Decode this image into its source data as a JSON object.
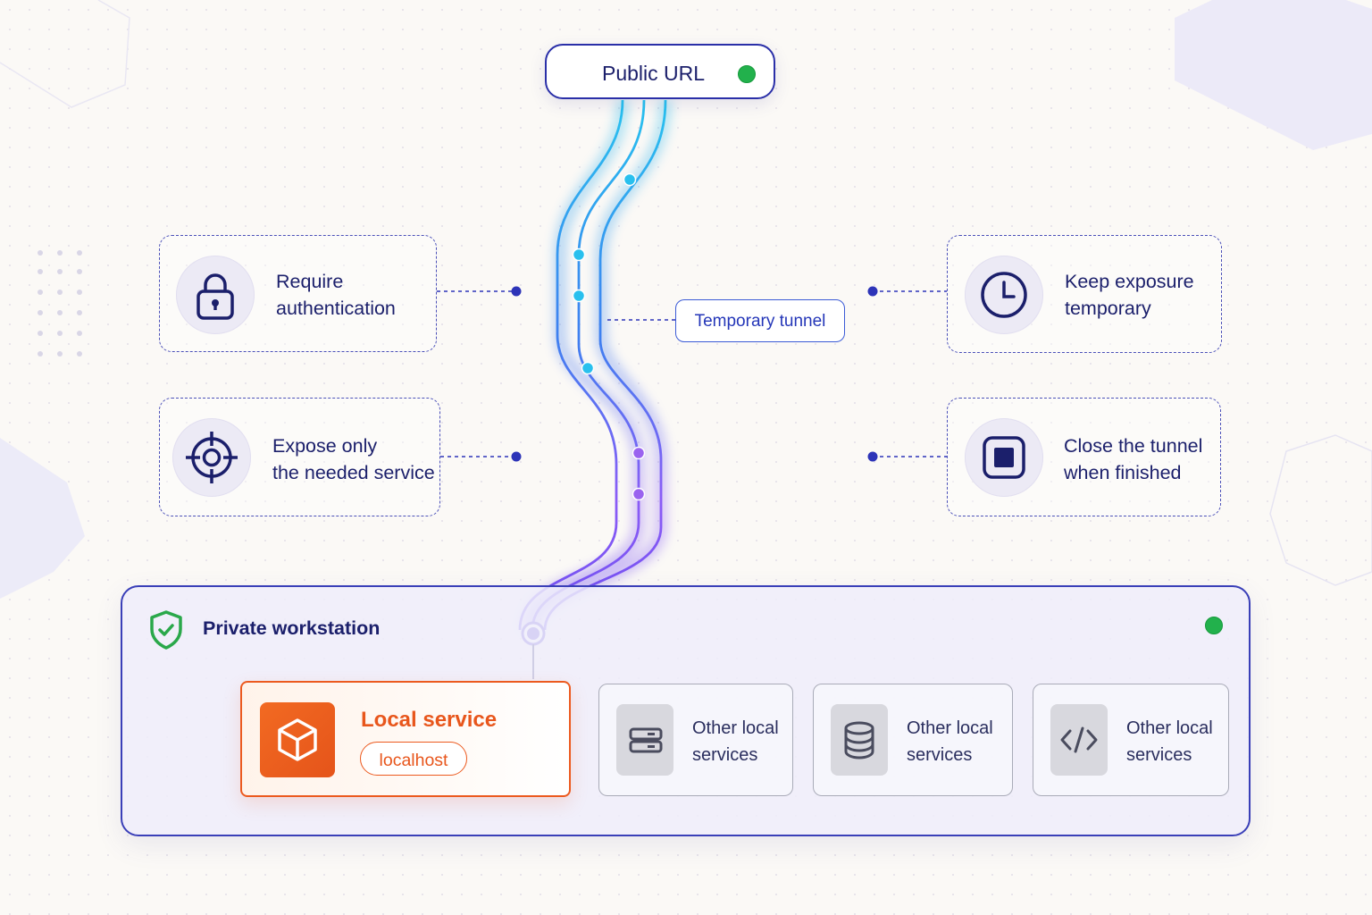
{
  "public_url": {
    "label": "Public URL",
    "status_color": "#22b14c"
  },
  "tunnel": {
    "label": "Temporary tunnel",
    "gradient_colors": [
      "#27c3ef",
      "#3f7ff0",
      "#8b5cf6"
    ]
  },
  "tips": [
    {
      "id": "auth",
      "line1": "Require",
      "line2": "authentication",
      "icon": "lock-icon"
    },
    {
      "id": "expose",
      "line1": "Expose only",
      "line2": "the needed service",
      "icon": "crosshair-icon"
    },
    {
      "id": "temporary",
      "line1": "Keep exposure",
      "line2": "temporary",
      "icon": "clock-icon"
    },
    {
      "id": "close",
      "line1": "Close the tunnel",
      "line2": "when finished",
      "icon": "stop-icon"
    }
  ],
  "workstation": {
    "title": "Private workstation",
    "icon": "shield-check-icon",
    "status_color": "#22b14c",
    "local_service": {
      "title": "Local service",
      "badge": "localhost",
      "icon": "cube-icon",
      "accent": "#e8561c"
    },
    "other_services": [
      {
        "line1": "Other local",
        "line2": "services",
        "icon": "server-icon"
      },
      {
        "line1": "Other local",
        "line2": "services",
        "icon": "database-icon"
      },
      {
        "line1": "Other local",
        "line2": "services",
        "icon": "code-icon"
      }
    ]
  }
}
